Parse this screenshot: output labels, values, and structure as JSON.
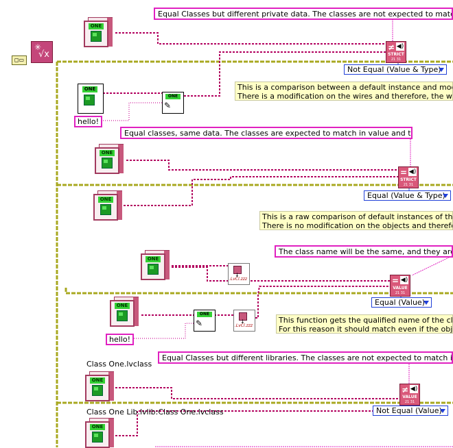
{
  "comments": {
    "c1": "Equal Classes but different private data. The classes are not expected to match in",
    "c2": "Equal classes, same data. The classes are expected to match in value and type.",
    "c3": "The class name will be the same, and they are ex",
    "c4": "Equal Classes but different libraries. The classes are not expected to match in val"
  },
  "notes": {
    "n1_line1": "This is a comparison between a default instance and modifie",
    "n1_line2": "There is a modification on the wires and therefore, the wires",
    "n2_line1": "This is a raw comparison of default instances of the c",
    "n2_line2": "There is no modification on the objects and therefore",
    "n3_line1": "This function gets the qualified name of the class",
    "n3_line2": "For this reason it should match even if the object"
  },
  "dropdowns": {
    "d1": "Not Equal (Value & Type)",
    "d2": "Equal (Value & Type)",
    "d3": "Equal (Value)",
    "d4": "Not Equal (Value)"
  },
  "labels": {
    "hello": "hello!",
    "class_one": "Class One.lvclass",
    "class_one_lib": "Class One Lib.lvlib:Class One.lvclass",
    "one_tag": "ONE",
    "strict": "STRICT",
    "value": "VALUE",
    "lvcl": ".LvCl.zzz",
    "cmp_nums": "21    31",
    "ne": "≠",
    "eq": "=",
    "speaker": "◀)",
    "root_t1": "✳",
    "root_t2": "√x",
    "ref_icon": "◻▭"
  },
  "colors": {
    "wire": "#b2005e",
    "frame": "#a8a820",
    "comment_border": "#e020c0",
    "note_bg": "#ffffc6",
    "dropdown_border": "#1f3fd8"
  }
}
